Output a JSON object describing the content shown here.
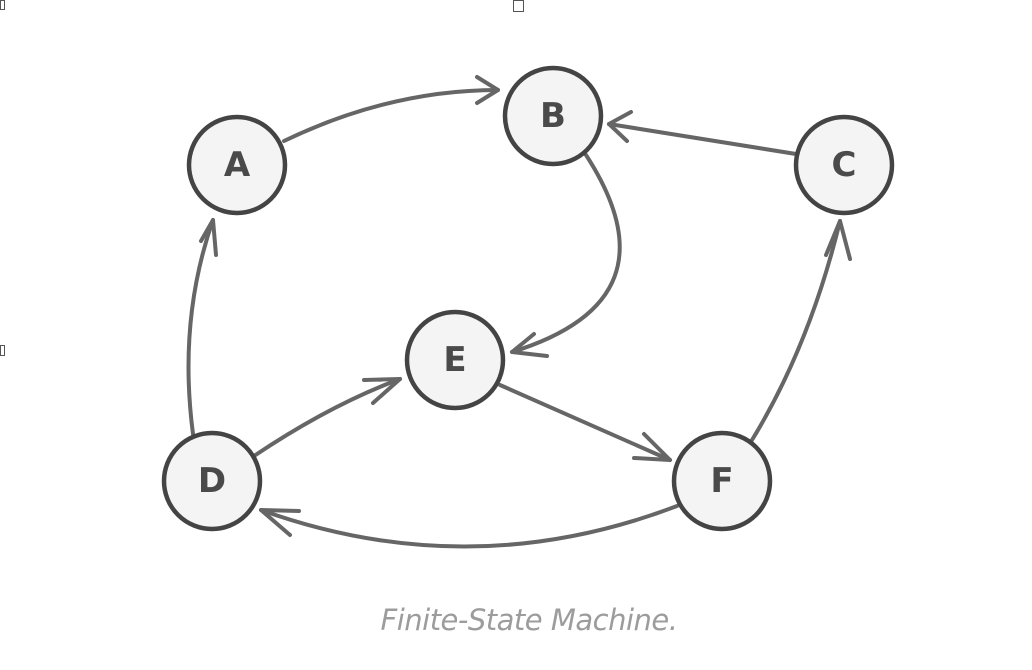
{
  "diagram": {
    "nodes": [
      {
        "id": "A",
        "label": "A"
      },
      {
        "id": "B",
        "label": "B"
      },
      {
        "id": "C",
        "label": "C"
      },
      {
        "id": "D",
        "label": "D"
      },
      {
        "id": "E",
        "label": "E"
      },
      {
        "id": "F",
        "label": "F"
      }
    ],
    "edges": [
      {
        "from": "A",
        "to": "B"
      },
      {
        "from": "C",
        "to": "B"
      },
      {
        "from": "B",
        "to": "E"
      },
      {
        "from": "D",
        "to": "A"
      },
      {
        "from": "D",
        "to": "E"
      },
      {
        "from": "E",
        "to": "F"
      },
      {
        "from": "F",
        "to": "C"
      },
      {
        "from": "F",
        "to": "D"
      }
    ],
    "caption": "Finite-State Machine."
  }
}
